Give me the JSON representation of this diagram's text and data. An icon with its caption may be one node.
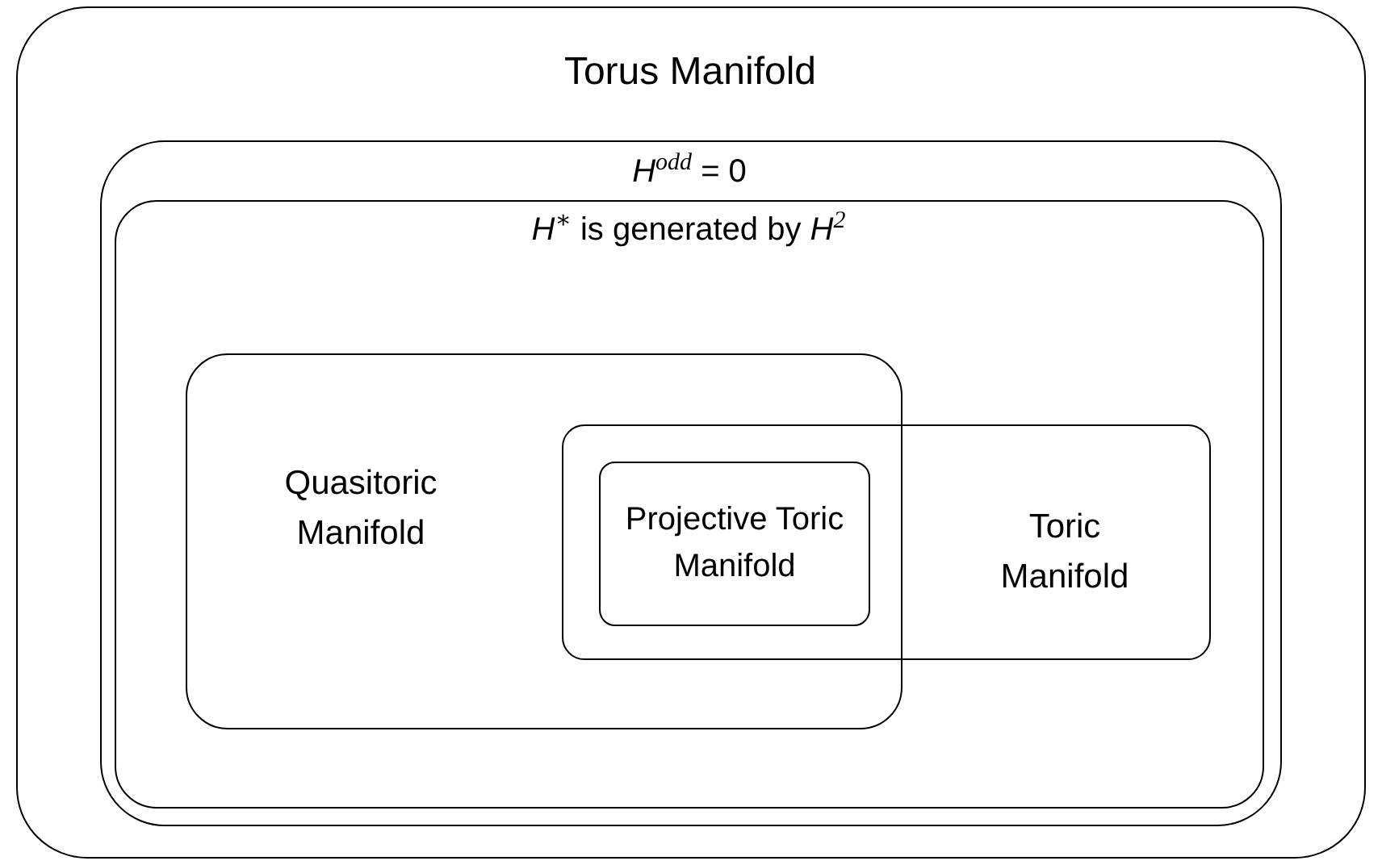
{
  "diagram": {
    "nodes": [
      {
        "text": [
          "Torus Manifold"
        ]
      },
      {
        "text": [
          "*H*$^{odd}$ = 0"
        ],
        "in": 0
      },
      {
        "text": [
          "*H*$^{∗}$ is generated by *H*$^{2}$"
        ],
        "in": 1
      },
      {
        "text": [
          "Quasitoric Manifold"
        ],
        "in": 2
      },
      {
        "text": [
          "Toric Manifold"
        ],
        "in": 2
      },
      {
        "text": [
          "Projective Toric Manifold"
        ]
      }
    ]
  }
}
